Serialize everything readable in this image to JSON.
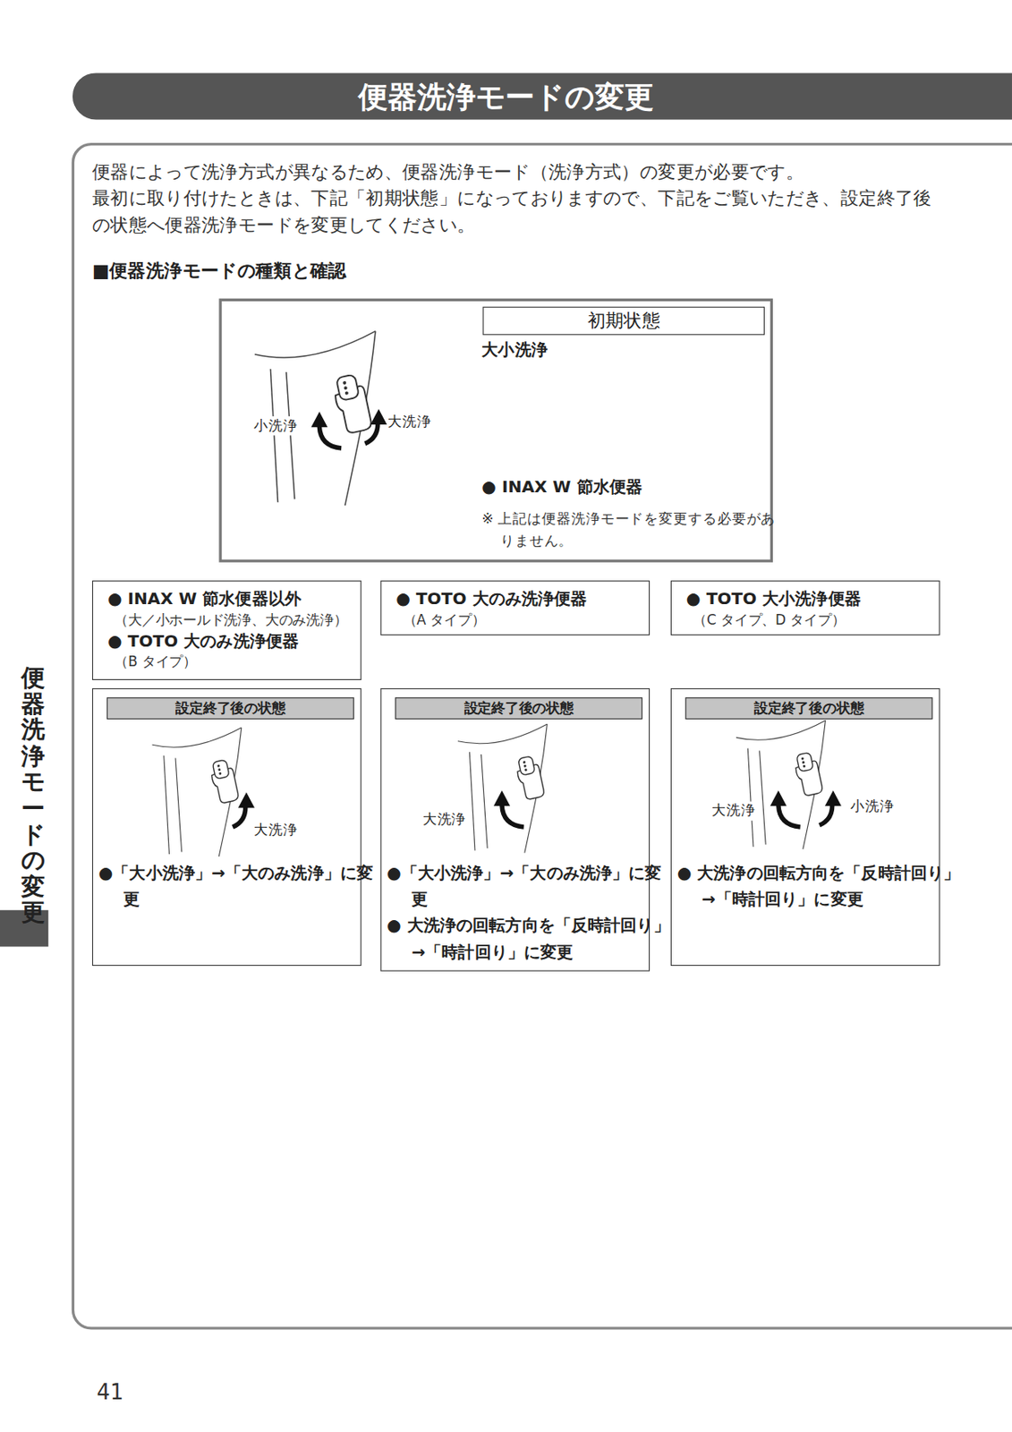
{
  "diagram": {
    "title": "便器洗浄モードの変更",
    "nodes": [
      {
        "text": [
          "大小洗浄",
          "● INAX W 節水便器",
          "※ 上記は便器洗浄モードを変更する必要がありません。"
        ]
      },
      {
        "text": [
          "初期状態"
        ],
        "in": 0
      },
      {
        "text": [
          "● INAX W 節水便器以外",
          "（大／小ホールド洗浄、大のみ洗浄）",
          "● TOTO 大のみ洗浄便器",
          "（B タイプ）"
        ]
      },
      {
        "text": [
          "● TOTO 大のみ洗浄便器",
          "（A タイプ）"
        ]
      },
      {
        "text": [
          "● TOTO 大小洗浄便器",
          "（C タイプ、D タイプ）"
        ]
      },
      {
        "text": [
          "●「大小洗浄」→「大のみ洗浄」に変更"
        ]
      },
      {
        "text": [
          "設定終了後の状態"
        ],
        "in": 5
      },
      {
        "text": [
          "●「大小洗浄」→「大のみ洗浄」に変更",
          "● 大洗浄の回転方向を「反時計回り」→「時計回り」に変更"
        ]
      },
      {
        "text": [
          "設定終了後の状態"
        ],
        "in": 7
      },
      {
        "text": [
          "● 大洗浄の回転方向を「反時計回り」→「時計回り」に変更"
        ]
      },
      {
        "text": [
          "設定終了後の状態"
        ],
        "in": 9
      }
    ],
    "labels": [
      "便器によって洗浄方式が異なるため、便器洗浄モード（洗浄方式）の変更が必要です。",
      "最初に取り付けたときは、下記「初期状態」になっておりますので、下記をご覧いただき、設定終了後の状態へ便器洗浄モードを変更してください。",
      "■便器洗浄モードの種類と確認",
      "小洗浄",
      "大洗浄",
      "大洗浄",
      "大洗浄",
      "大洗浄",
      "小洗浄",
      "便器洗浄モードの変更",
      "41"
    ]
  }
}
